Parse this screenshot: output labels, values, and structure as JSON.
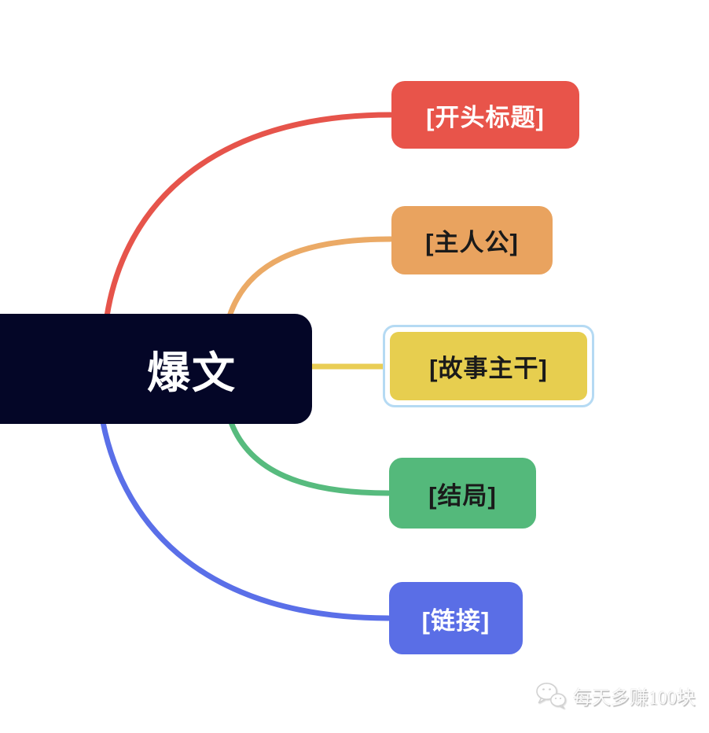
{
  "canvas": {
    "background": "#ffffff"
  },
  "mindmap": {
    "root": {
      "label": "爆文",
      "bg": "#040627",
      "text_color": "#ffffff"
    },
    "branches": [
      {
        "id": "opening-title",
        "label": "[开头标题]",
        "bg": "#e8544a",
        "text_color": "#ffffff",
        "line_color": "#e6544b",
        "selected": false
      },
      {
        "id": "protagonist",
        "label": "[主人公]",
        "bg": "#e9a35f",
        "text_color": "#1a1a1a",
        "line_color": "#ebaa66",
        "selected": false
      },
      {
        "id": "story-trunk",
        "label": "[故事主干]",
        "bg": "#e7ce4f",
        "text_color": "#1a1a1a",
        "line_color": "#e9cd55",
        "selected": true,
        "selection_color": "#b5daf3"
      },
      {
        "id": "ending",
        "label": "[结局]",
        "bg": "#54b97b",
        "text_color": "#1a1a1a",
        "line_color": "#57bb7e",
        "selected": false
      },
      {
        "id": "link",
        "label": "[链接]",
        "bg": "#5a6ee6",
        "text_color": "#ffffff",
        "line_color": "#5a6fe8",
        "selected": false
      }
    ]
  },
  "watermark": {
    "text": "每天多赚100块",
    "icon": "wechat-chat-bubbles"
  }
}
